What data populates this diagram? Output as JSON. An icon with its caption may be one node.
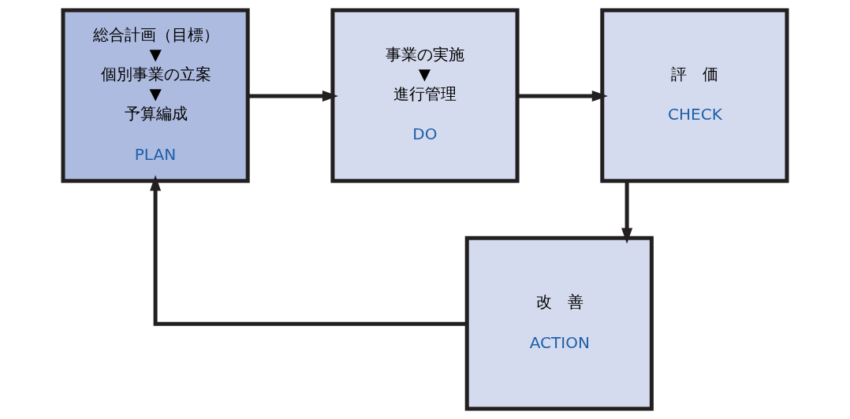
{
  "diagram": {
    "nodes": [
      {
        "text": [
          "総合計画（目標）",
          "▼",
          "個別事業の立案",
          "▼",
          "予算編成",
          "PLAN"
        ]
      },
      {
        "text": [
          "事業の実施",
          "▼",
          "進行管理",
          "DO"
        ]
      },
      {
        "text": [
          "評　価",
          "CHECK"
        ]
      },
      {
        "text": [
          "改　善",
          "ACTION"
        ]
      }
    ],
    "edges": [
      {
        "from": 0,
        "to": 1,
        "arrow": "to"
      },
      {
        "from": 1,
        "to": 2,
        "arrow": "to"
      },
      {
        "from": 2,
        "to": 3,
        "arrow": "to"
      },
      {
        "from": 3,
        "to": 0,
        "arrow": "to"
      }
    ]
  }
}
